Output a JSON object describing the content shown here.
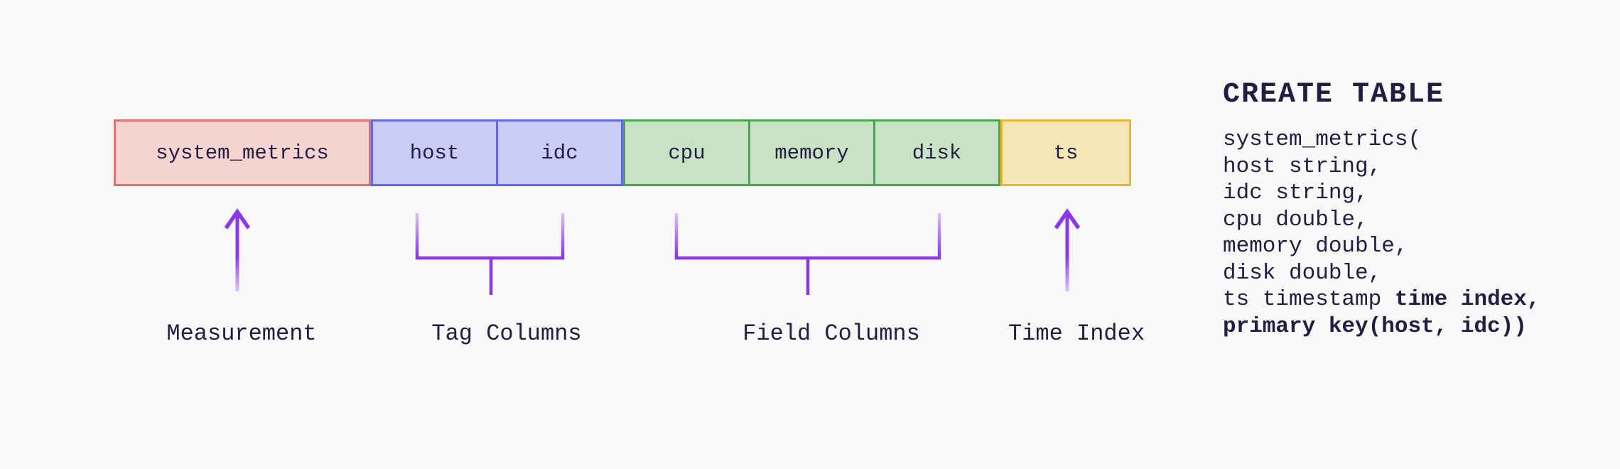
{
  "palette": {
    "background": "#f8f8f8",
    "text": "#231d41",
    "accent_purple": "#8a38e9",
    "accent_purple_faded": "#dcc8f7",
    "measurement_fill": "#f5d3d0",
    "measurement_border": "#de7267",
    "tag_fill": "#cbcbf7",
    "tag_border": "#6067e8",
    "field_fill": "#c7e3c4",
    "field_border": "#48a64f",
    "time_fill": "#f3e6b7",
    "time_border": "#e9ba31"
  },
  "schema_bar": {
    "boxes": [
      {
        "label": "system_metrics",
        "role": "measurement"
      },
      {
        "label": "host",
        "role": "tag"
      },
      {
        "label": "idc",
        "role": "tag"
      },
      {
        "label": "cpu",
        "role": "field"
      },
      {
        "label": "memory",
        "role": "field"
      },
      {
        "label": "disk",
        "role": "field"
      },
      {
        "label": "ts",
        "role": "time"
      }
    ]
  },
  "annotations": [
    {
      "label": "Measurement",
      "connector": "arrow"
    },
    {
      "label": "Tag Columns",
      "connector": "bracket"
    },
    {
      "label": "Field Columns",
      "connector": "bracket"
    },
    {
      "label": "Time Index",
      "connector": "arrow"
    }
  ],
  "sql": {
    "heading": "CREATE TABLE",
    "lines": [
      [
        {
          "t": "system_metrics(",
          "b": false
        }
      ],
      [
        {
          "t": "host string,",
          "b": false
        }
      ],
      [
        {
          "t": "idc string,",
          "b": false
        }
      ],
      [
        {
          "t": "cpu double,",
          "b": false
        }
      ],
      [
        {
          "t": "memory double,",
          "b": false
        }
      ],
      [
        {
          "t": "disk double,",
          "b": false
        }
      ],
      [
        {
          "t": "ts timestamp ",
          "b": false
        },
        {
          "t": "time index,",
          "b": true
        }
      ],
      [
        {
          "t": "primary key(host, idc))",
          "b": true
        }
      ]
    ]
  }
}
